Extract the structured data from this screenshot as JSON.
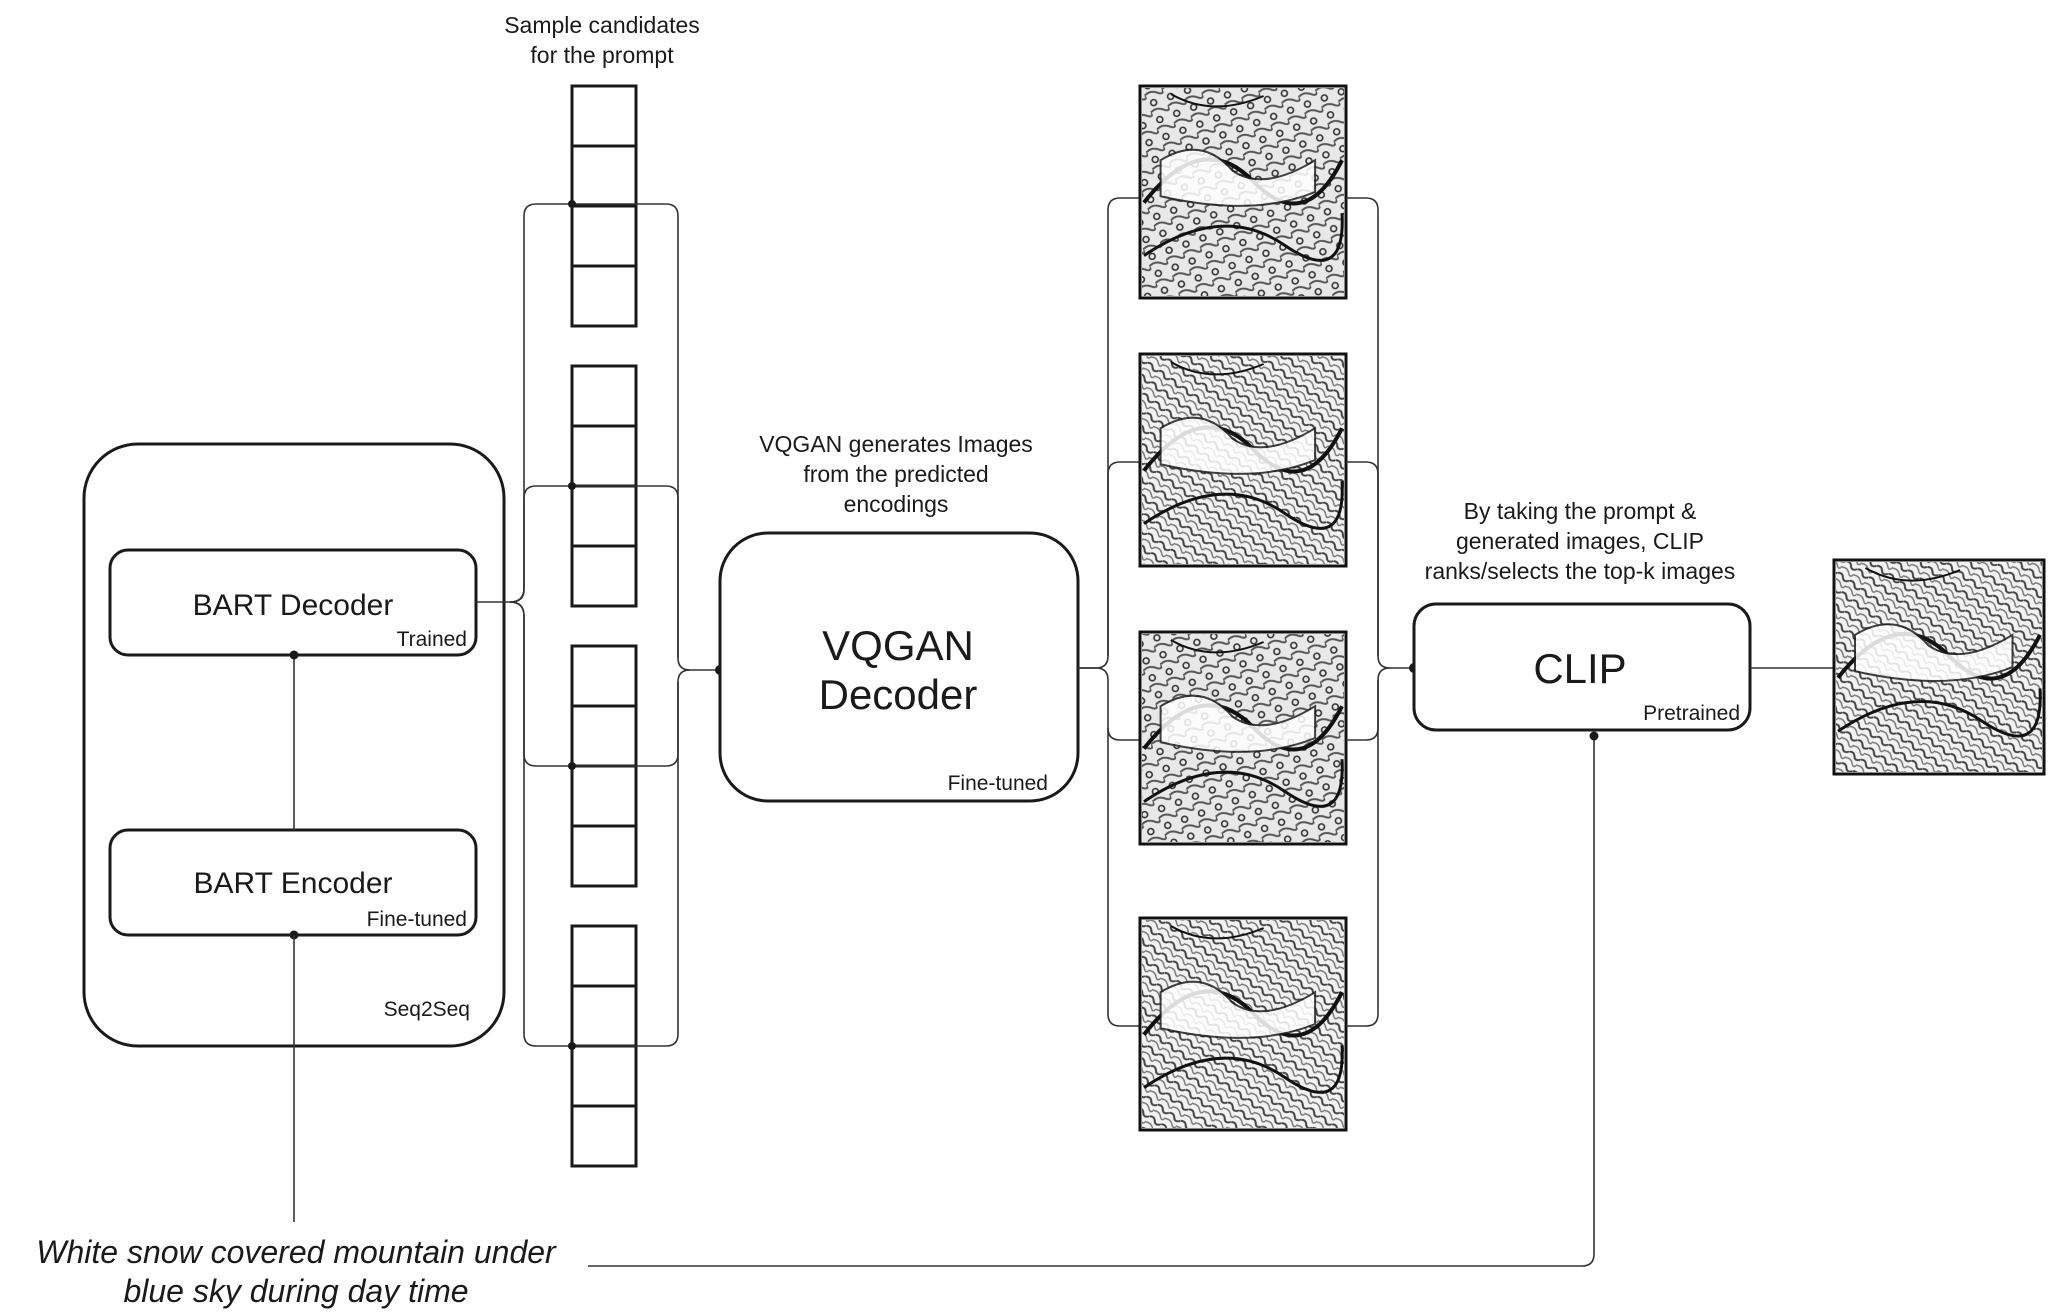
{
  "labels": {
    "sample_title_line1": "Sample candidates",
    "sample_title_line2": "for the prompt",
    "vqgan_caption_line1": "VQGAN generates Images",
    "vqgan_caption_line2": "from the predicted",
    "vqgan_caption_line3": "encodings",
    "clip_caption_line1": "By taking the prompt &",
    "clip_caption_line2": "generated images, CLIP",
    "clip_caption_line3": "ranks/selects the top-k images"
  },
  "seq2seq": {
    "label": "Seq2Seq",
    "decoder": {
      "title": "BART Decoder",
      "tag": "Trained"
    },
    "encoder": {
      "title": "BART Encoder",
      "tag": "Fine-tuned"
    }
  },
  "vqgan": {
    "title_line1": "VQGAN",
    "title_line2": "Decoder",
    "tag": "Fine-tuned"
  },
  "clip": {
    "title": "CLIP",
    "tag": "Pretrained"
  },
  "prompt": {
    "line1": "White snow covered mountain under",
    "line2": "blue sky during day time"
  },
  "candidates": {
    "columns": 4,
    "cells_per_column": 4
  },
  "generated_images": {
    "count": 4,
    "selected_count": 1
  }
}
